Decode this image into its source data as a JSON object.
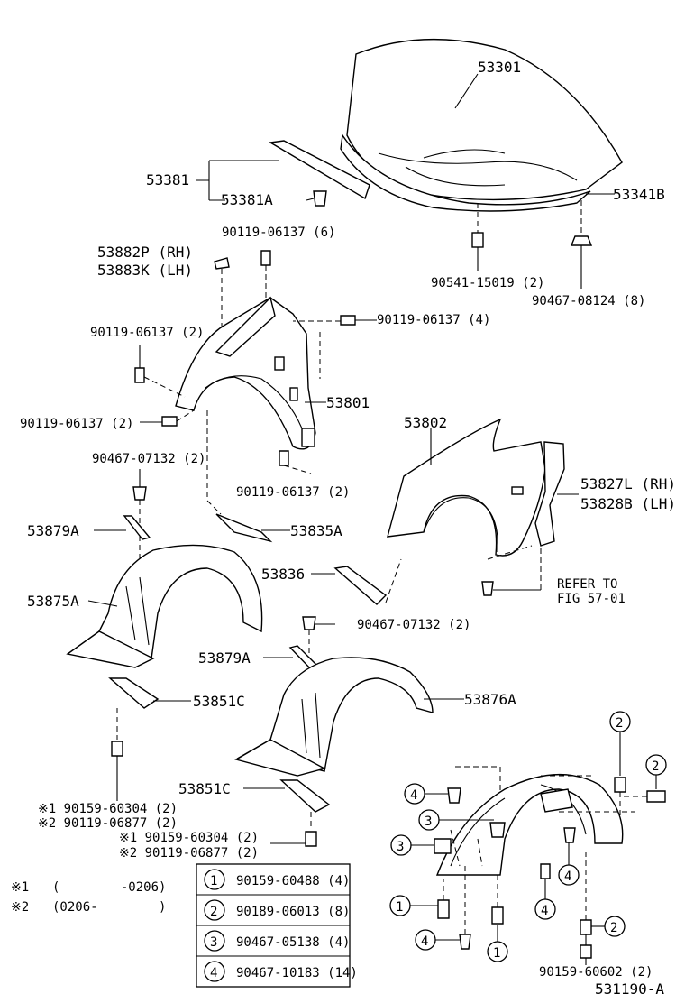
{
  "callouts": {
    "hood": "53301",
    "hood_seal": "53381",
    "hood_seal_clip": "53381A",
    "hood_rubber": "53341B",
    "bolt_top": "90119-06137 (6)",
    "bracket_rh": "53882P (RH)",
    "bracket_lh": "53883K (LH)",
    "hood_bumper_clip": "90541-15019 (2)",
    "hood_clip": "90467-08124 (8)",
    "bolt_left_upper": "90119-06137 (2)",
    "bolt_right": "90119-06137 (4)",
    "fender_rh": "53801",
    "bolt_left_lower": "90119-06137 (2)",
    "fender_lh": "53802",
    "clip_left": "90467-07132 (2)",
    "bolt_bottom": "90119-06137 (2)",
    "seal_rh": "53827L (RH)",
    "seal_lh": "53828B (LH)",
    "retainer_left": "53879A",
    "mud_guard_bracket": "53835A",
    "liner_left": "53875A",
    "bracket_53836": "53836",
    "refer_line1": "REFER TO",
    "refer_line2": "FIG 57-01",
    "clip_mid": "90467-07132 (2)",
    "retainer_mid": "53879A",
    "splash_left": "53851C",
    "liner_right": "53876A",
    "splash_right": "53851C",
    "note1_left_a": "※1  90159-60304 (2)",
    "note2_left_a": "※2  90119-06877 (2)",
    "note1_mid": "※1  90159-60304 (2)",
    "note2_mid": "※2  90119-06877 (2)",
    "bottom_right_bolt": "90159-60602 (2)",
    "figure_code": "531190-A"
  },
  "notes": {
    "n1_mark": "※1",
    "n1_text": "(        -0206)",
    "n2_mark": "※2",
    "n2_text": "(0206-        )"
  },
  "legend": [
    {
      "num": "1",
      "part": "90159-60488 (4)"
    },
    {
      "num": "2",
      "part": "90189-06013 (8)"
    },
    {
      "num": "3",
      "part": "90467-05138 (4)"
    },
    {
      "num": "4",
      "part": "90467-10183 (14)"
    }
  ],
  "circle_marks": {
    "c2_a": "2",
    "c2_b": "2",
    "c2_c": "2",
    "c4_a": "4",
    "c4_b": "4",
    "c4_c": "4",
    "c4_d": "4",
    "c3_a": "3",
    "c3_b": "3",
    "c1_a": "1",
    "c1_b": "1"
  }
}
